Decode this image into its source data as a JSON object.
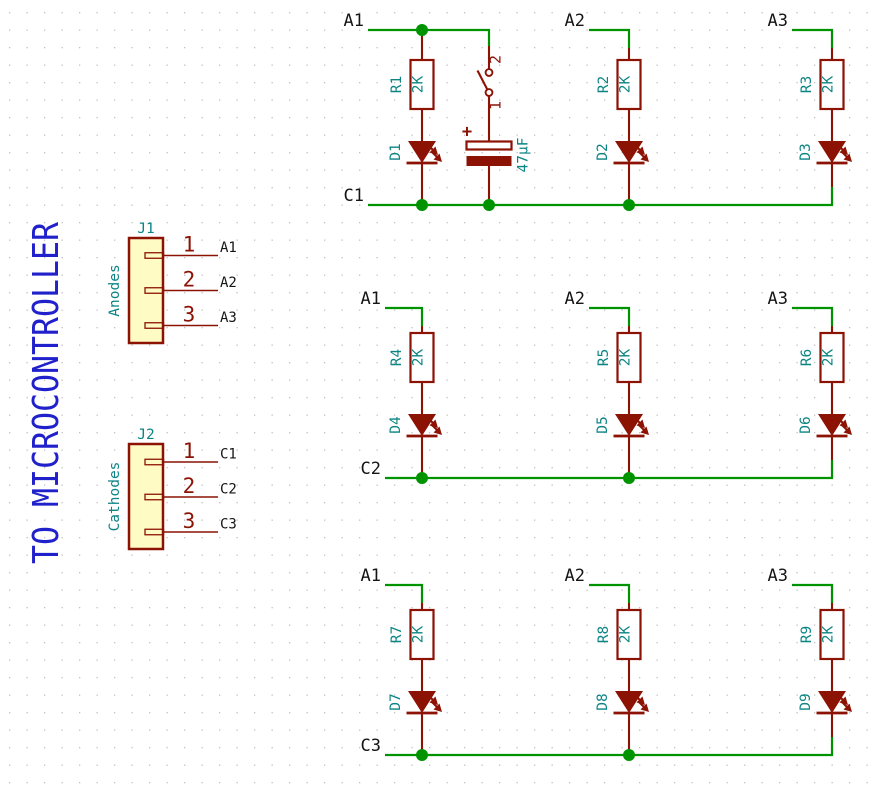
{
  "side_text": "TO MICROCONTROLLER",
  "colors": {
    "wire_green": "#009300",
    "component_red": "#8c1204",
    "field_teal": "#0c8484",
    "label_black": "#151515",
    "note_blue": "#2121cc",
    "connector_fill": "#fffbc4",
    "background": "#ffffff",
    "grid_dot": "#c0c0c0"
  },
  "connectors": [
    {
      "ref": "J1",
      "name": "Anodes",
      "pins": [
        {
          "num": "1",
          "net": "A1"
        },
        {
          "num": "2",
          "net": "A2"
        },
        {
          "num": "3",
          "net": "A3"
        }
      ]
    },
    {
      "ref": "J2",
      "name": "Cathodes",
      "pins": [
        {
          "num": "1",
          "net": "C1"
        },
        {
          "num": "2",
          "net": "C2"
        },
        {
          "num": "3",
          "net": "C3"
        }
      ]
    }
  ],
  "switch": {
    "pin_top": "2",
    "pin_bottom": "1"
  },
  "capacitor": {
    "polarity_mark": "+",
    "value": "47µF"
  },
  "rows": [
    {
      "cathode_net": "C1",
      "cells": [
        {
          "anode_net": "A1",
          "res_ref": "R1",
          "res_val": "2K",
          "led_ref": "D1"
        },
        {
          "anode_net": "A2",
          "res_ref": "R2",
          "res_val": "2K",
          "led_ref": "D2"
        },
        {
          "anode_net": "A3",
          "res_ref": "R3",
          "res_val": "2K",
          "led_ref": "D3"
        }
      ]
    },
    {
      "cathode_net": "C2",
      "cells": [
        {
          "anode_net": "A1",
          "res_ref": "R4",
          "res_val": "2K",
          "led_ref": "D4"
        },
        {
          "anode_net": "A2",
          "res_ref": "R5",
          "res_val": "2K",
          "led_ref": "D5"
        },
        {
          "anode_net": "A3",
          "res_ref": "R6",
          "res_val": "2K",
          "led_ref": "D6"
        }
      ]
    },
    {
      "cathode_net": "C3",
      "cells": [
        {
          "anode_net": "A1",
          "res_ref": "R7",
          "res_val": "2K",
          "led_ref": "D7"
        },
        {
          "anode_net": "A2",
          "res_ref": "R8",
          "res_val": "2K",
          "led_ref": "D8"
        },
        {
          "anode_net": "A3",
          "res_ref": "R9",
          "res_val": "2K",
          "led_ref": "D9"
        }
      ]
    }
  ]
}
